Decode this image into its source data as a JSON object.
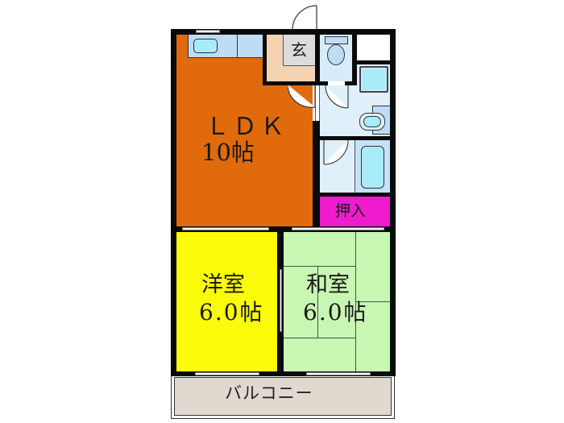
{
  "floor_plan": {
    "rooms": {
      "ldk": {
        "name": "ＬＤＫ",
        "size": "10帖",
        "color": "#e06a0c"
      },
      "genkan": {
        "name": "玄",
        "color": "#f5d3b0",
        "inner_color": "#dcdcdc"
      },
      "oshiire": {
        "name": "押入",
        "color": "#ee1ccc"
      },
      "western": {
        "name": "洋室",
        "size": "6.0帖",
        "color": "#fbfb0a"
      },
      "japanese": {
        "name": "和室",
        "size": "6.0帖",
        "color": "#c8f7b4"
      },
      "balcony": {
        "name": "バルコニー",
        "color": "#e0d9d0"
      }
    },
    "fixtures": {
      "toilet": {
        "color": "#d6ecfa"
      },
      "washroom": {
        "color": "#dff0fb"
      },
      "bath": {
        "color": "#dff0fb"
      },
      "kitchen_counter": {
        "color": "#bfdcf5"
      }
    },
    "colors": {
      "wall": "#0a0a0a",
      "fixture_blue": "#a8ecf7",
      "background": "#ffffff"
    }
  }
}
